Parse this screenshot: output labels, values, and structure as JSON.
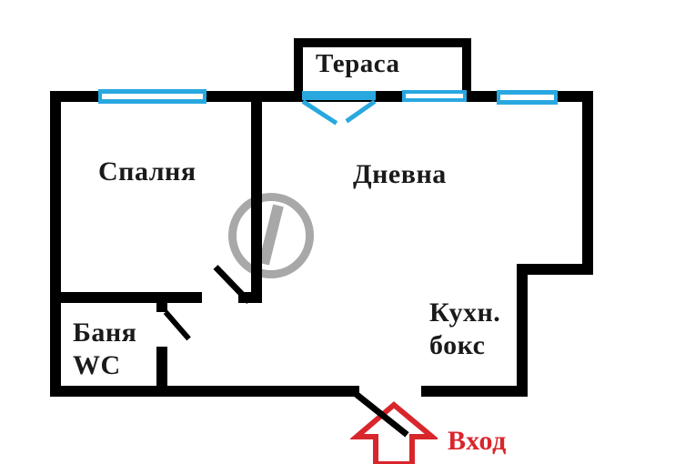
{
  "floorplan": {
    "rooms": {
      "terrace": {
        "label": "Тераса"
      },
      "bedroom": {
        "label": "Спалня"
      },
      "living": {
        "label": "Дневна"
      },
      "bath": {
        "line1": "Баня",
        "line2": "WC"
      },
      "kitchen": {
        "line1": "Кухн.",
        "line2": "бокс"
      }
    },
    "entrance": {
      "label": "Вход"
    },
    "colors": {
      "wall": "#000000",
      "window": "#29a8e0",
      "entrance": "#d8262c",
      "watermark": "#9a9a9a"
    }
  }
}
